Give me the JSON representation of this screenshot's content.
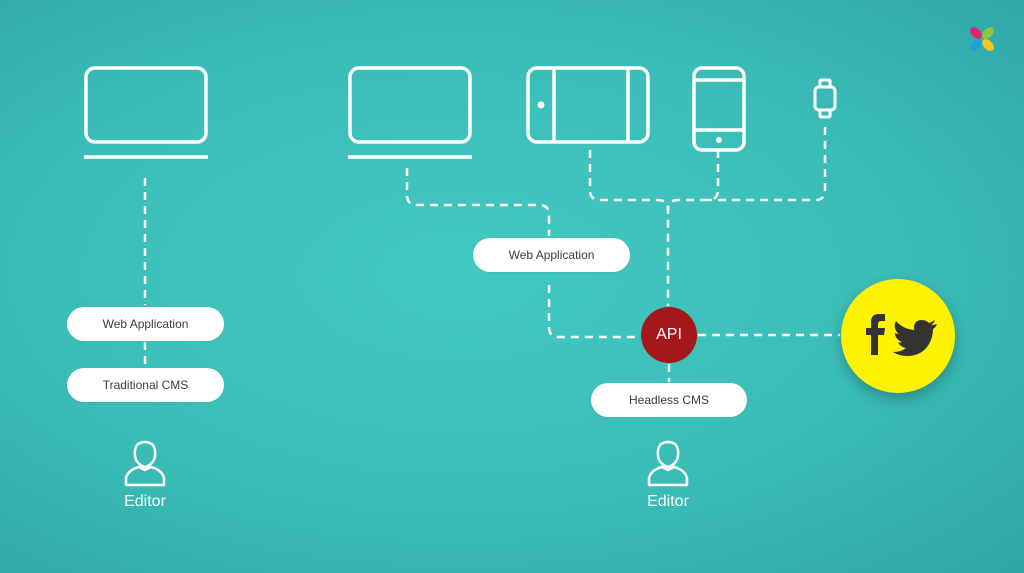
{
  "colors": {
    "background": "#3dc2bc",
    "line": "#ffffff",
    "pill_text": "#3c3c3c",
    "api_fill": "#a5171b",
    "social_fill": "#fff200",
    "social_icon": "#333333"
  },
  "traditional": {
    "web_app_label": "Web Application",
    "cms_label": "Traditional CMS",
    "editor_label": "Editor"
  },
  "headless": {
    "web_app_label": "Web Application",
    "api_label": "API",
    "cms_label": "Headless CMS",
    "editor_label": "Editor"
  },
  "icons": [
    "laptop-icon",
    "tablet-icon",
    "phone-icon",
    "watch-icon",
    "user-icon",
    "facebook-icon",
    "twitter-icon",
    "brand-logo-icon"
  ]
}
